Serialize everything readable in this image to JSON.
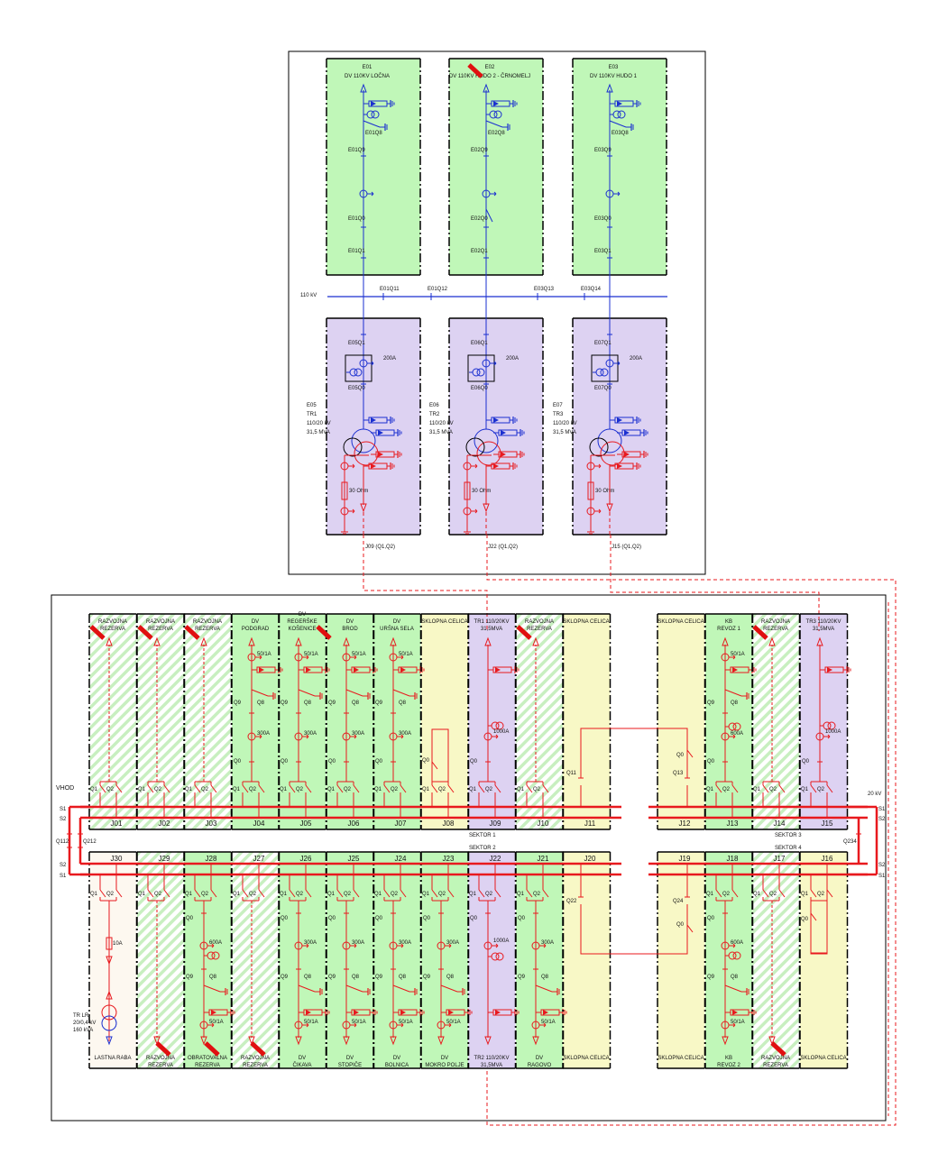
{
  "colors": {
    "green": "#c0f7b8",
    "purple": "#ddd2f2",
    "yellow": "#f8f8c6",
    "house": "#fdf8f0",
    "red": "#e8191e",
    "blue": "#1a2fd0",
    "marker": "#e01010"
  },
  "hv": {
    "bus_label": "110 kV",
    "bus_switches": [
      "E01Q11",
      "E01Q12",
      "E03Q13",
      "E03Q14"
    ],
    "line_bays": [
      {
        "id": "E01",
        "name": "DV 110KV LOČNA",
        "q8": "E01Q8",
        "q9": "E01Q9",
        "q0": "E01Q0",
        "q1": "E01Q1",
        "marker": false,
        "q0_open": false
      },
      {
        "id": "E02",
        "name": "DV 110KV HUDO 2 - ČRNOMELJ",
        "q8": "E02Q8",
        "q9": "E02Q9",
        "q0": "E02Q0",
        "q1": "E02Q1",
        "marker": true,
        "q0_open": true
      },
      {
        "id": "E03",
        "name": "DV 110KV HUDO 1",
        "q8": "E03Q8",
        "q9": "E03Q9",
        "q0": "E03Q0",
        "q1": "E03Q1",
        "marker": false,
        "q0_open": false
      }
    ],
    "trafo_bays": [
      {
        "id": "E05",
        "name": "TR1",
        "ratio": "110/20 kV",
        "power": "31,5 MVA",
        "q1": "E05Q1",
        "q0": "E05Q0",
        "ct": "200A",
        "resistor": "30 Ohm",
        "link": "J09 (Q1,Q2)"
      },
      {
        "id": "E06",
        "name": "TR2",
        "ratio": "110/20 kV",
        "power": "31,5 MVA",
        "q1": "E06Q1",
        "q0": "E06Q0",
        "ct": "200A",
        "resistor": "30 Ohm",
        "link": "J22 (Q1,Q2)"
      },
      {
        "id": "E07",
        "name": "TR3",
        "ratio": "110/20 kV",
        "power": "31,5 MVA",
        "q1": "E07Q1",
        "q0": "E07Q0",
        "ct": "200A",
        "resistor": "30 Ohm",
        "link": "J15 (Q1,Q2)"
      }
    ]
  },
  "mv": {
    "vhod": "VHOD",
    "voltage": "20 kV",
    "s1": "S1",
    "s2": "S2",
    "couplers": [
      "Q112",
      "Q212",
      "Q234"
    ],
    "sectors": [
      "SEKTOR 1",
      "SEKTOR 2",
      "SEKTOR 3",
      "SEKTOR 4"
    ],
    "upper": [
      {
        "id": "J01",
        "type": "spare",
        "lines": [
          "RAZVOJNA",
          "REZERVA"
        ],
        "marker": true
      },
      {
        "id": "J02",
        "type": "spare",
        "lines": [
          "RAZVOJNA",
          "REZERVA"
        ],
        "marker": true
      },
      {
        "id": "J03",
        "type": "spare",
        "lines": [
          "RAZVOJNA",
          "REZERVA"
        ],
        "marker": true
      },
      {
        "id": "J04",
        "type": "feeder",
        "lines": [
          "DV",
          "PODGRAD"
        ],
        "ct1": "50/1A",
        "ct2": "300A"
      },
      {
        "id": "J05",
        "type": "feeder",
        "lines": [
          "DV",
          "REGERŠKE",
          "KOŠENICE"
        ],
        "ct1": "50/1A",
        "ct2": "300A"
      },
      {
        "id": "J06",
        "type": "feeder",
        "lines": [
          "DV",
          "BROD"
        ],
        "ct1": "50/1A",
        "ct2": "300A",
        "marker": true
      },
      {
        "id": "J07",
        "type": "feeder",
        "lines": [
          "DV",
          "URŠNA SELA"
        ],
        "ct1": "50/1A",
        "ct2": "300A"
      },
      {
        "id": "J08",
        "type": "coupler",
        "lines": [
          "SKLOPNA CELICA"
        ],
        "q0": "Q0"
      },
      {
        "id": "J09",
        "type": "trafo",
        "lines": [
          "TR1 110/20KV",
          "31,5MVA"
        ],
        "ct2": "1000A"
      },
      {
        "id": "J10",
        "type": "spare",
        "lines": [
          "RAZVOJNA",
          "REZERVA"
        ],
        "marker": true
      },
      {
        "id": "J11",
        "type": "link",
        "lines": [
          "SKLOPNA CELICA"
        ],
        "q": "Q11"
      },
      {
        "id": "J12",
        "type": "link2",
        "lines": [
          "SKLOPNA CELICA"
        ],
        "q": "Q13",
        "q0": "Q0"
      },
      {
        "id": "J13",
        "type": "feeder",
        "lines": [
          "KB",
          "REVOZ 1"
        ],
        "ct1": "50/1A",
        "ct2": "600A",
        "dct": true
      },
      {
        "id": "J14",
        "type": "spare",
        "lines": [
          "RAZVOJNA",
          "REZERVA"
        ],
        "marker": true
      },
      {
        "id": "J15",
        "type": "trafo",
        "lines": [
          "TR3 110/20KV",
          "31,5MVA"
        ],
        "ct2": "1000A"
      }
    ],
    "lower": [
      {
        "id": "J30",
        "type": "house",
        "lines": [
          "LASTNA RABA"
        ],
        "fuse": "10A",
        "tr": [
          "TR LR.",
          "20/0,4 kV",
          "160 kVA"
        ]
      },
      {
        "id": "J29",
        "type": "spare",
        "lines": [
          "RAZVOJNA",
          "REZERVA"
        ],
        "marker": true
      },
      {
        "id": "J28",
        "type": "feeder",
        "lines": [
          "OBRATOVALNA",
          "REZERVA"
        ],
        "ct1": "50/1A",
        "ct2": "600A",
        "dct": true,
        "marker": true
      },
      {
        "id": "J27",
        "type": "spare",
        "lines": [
          "RAZVOJNA",
          "REZERVA"
        ],
        "marker": true
      },
      {
        "id": "J26",
        "type": "feeder",
        "lines": [
          "DV",
          "ČIKAVA"
        ],
        "ct1": "50/1A",
        "ct2": "300A"
      },
      {
        "id": "J25",
        "type": "feeder",
        "lines": [
          "DV",
          "STOPIČE"
        ],
        "ct1": "50/1A",
        "ct2": "300A"
      },
      {
        "id": "J24",
        "type": "feeder",
        "lines": [
          "DV",
          "BOLNICA"
        ],
        "ct1": "50/1A",
        "ct2": "300A"
      },
      {
        "id": "J23",
        "type": "feeder",
        "lines": [
          "DV",
          "MOKRO POLJE"
        ],
        "ct1": "50/1A",
        "ct2": "300A"
      },
      {
        "id": "J22",
        "type": "trafo",
        "lines": [
          "TR2 110/20KV",
          "31,5MVA"
        ],
        "ct2": "1000A"
      },
      {
        "id": "J21",
        "type": "feeder",
        "lines": [
          "DV",
          "RAGOVO"
        ],
        "ct1": "50/1A",
        "ct2": "300A"
      },
      {
        "id": "J20",
        "type": "link",
        "lines": [
          "SKLOPNA CELICA"
        ],
        "q": "Q22"
      },
      {
        "id": "J19",
        "type": "link2",
        "lines": [
          "SKLOPNA CELICA"
        ],
        "q": "Q24",
        "q0": "Q0"
      },
      {
        "id": "J18",
        "type": "feeder",
        "lines": [
          "KB",
          "REVOZ 2"
        ],
        "ct1": "50/1A",
        "ct2": "600A",
        "dct": true
      },
      {
        "id": "J17",
        "type": "spare",
        "lines": [
          "RAZVOJNA",
          "REZERVA"
        ],
        "marker": true
      },
      {
        "id": "J16",
        "type": "coupler",
        "lines": [
          "SKLOPNA CELICA"
        ],
        "q0": "Q0"
      }
    ],
    "switch_labels": {
      "q0": "Q0",
      "q1": "Q1",
      "q2": "Q2",
      "q8": "Q8",
      "q9": "Q9"
    }
  }
}
